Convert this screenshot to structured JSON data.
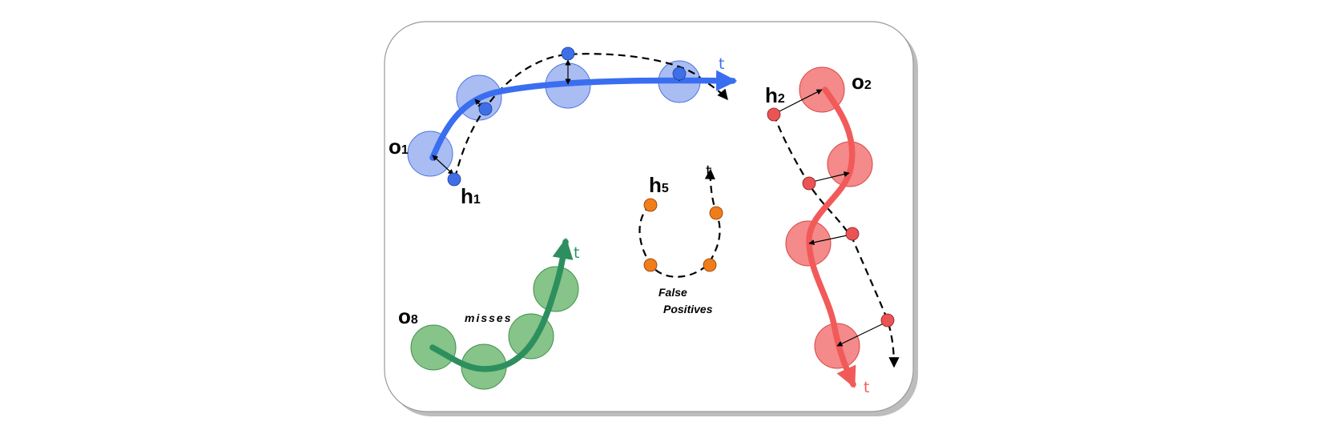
{
  "labels": {
    "o1": {
      "main": "o",
      "sub": "1"
    },
    "h1": {
      "main": "h",
      "sub": "1"
    },
    "h2": {
      "main": "h",
      "sub": "2"
    },
    "o2": {
      "main": "o",
      "sub": "2"
    },
    "h5": {
      "main": "h",
      "sub": "5"
    },
    "o8": {
      "main": "o",
      "sub": "8"
    },
    "t": "t",
    "misses": "misses",
    "false_positives_line1": "False",
    "false_positives_line2": "Positives"
  },
  "colors": {
    "blue_fill": "#a9bdf2",
    "blue_stroke": "#4c73e0",
    "blue_arrow": "#3a6ef0",
    "red_fill": "#f48a8a",
    "red_stroke": "#d84444",
    "red_arrow": "#f25a5a",
    "green_fill": "#86c489",
    "green_stroke": "#3f8f48",
    "green_arrow": "#2e8f5e",
    "orange": "#f07c1a",
    "hyp_blue": "#3f6fe6",
    "hyp_red": "#ea5454"
  }
}
